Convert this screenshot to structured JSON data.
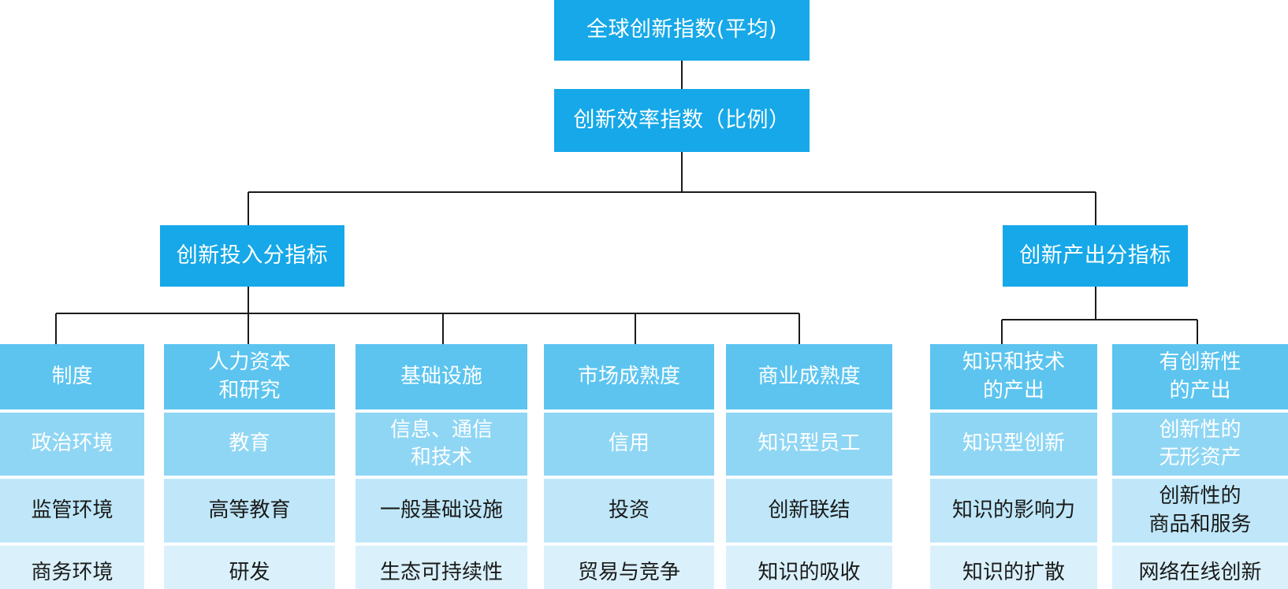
{
  "diagram": {
    "root": {
      "label": "全球创新指数(平均)"
    },
    "efficiency": {
      "label": "创新效率指数（比例）"
    },
    "branches": [
      {
        "label": "创新投入分指标"
      },
      {
        "label": "创新产出分指标"
      }
    ],
    "pillars": [
      {
        "label": "制度",
        "subs": [
          "政治环境",
          "监管环境",
          "商务环境"
        ]
      },
      {
        "label": "人力资本\n和研究",
        "subs": [
          "教育",
          "高等教育",
          "研发"
        ]
      },
      {
        "label": "基础设施",
        "subs": [
          "信息、通信\n和技术",
          "一般基础设施",
          "生态可持续性"
        ]
      },
      {
        "label": "市场成熟度",
        "subs": [
          "信用",
          "投资",
          "贸易与竞争"
        ]
      },
      {
        "label": "商业成熟度",
        "subs": [
          "知识型员工",
          "创新联结",
          "知识的吸收"
        ]
      },
      {
        "label": "知识和技术\n的产出",
        "subs": [
          "知识型创新",
          "知识的影响力",
          "知识的扩散"
        ]
      },
      {
        "label": "有创新性\n的产出",
        "subs": [
          "创新性的\n无形资产",
          "创新性的\n商品和服务",
          "网络在线创新"
        ]
      }
    ]
  },
  "colors": {
    "top": "#16a8e8",
    "pillar": "#5cc4ef",
    "row1": "#8fd6f4",
    "row2": "#bfe7f9",
    "row3": "#daf1fc",
    "line": "#1a1a1a"
  }
}
